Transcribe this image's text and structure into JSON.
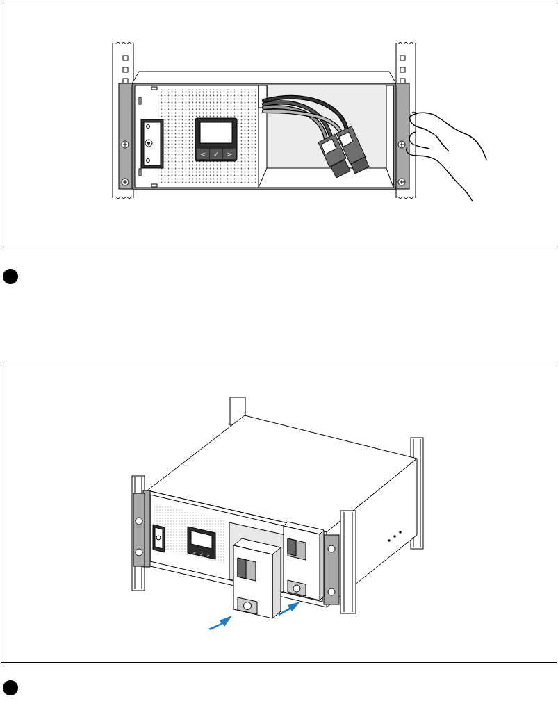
{
  "diagram": {
    "labels": [
      "<",
      "✓",
      ">",
      "<",
      "✓",
      ">"
    ]
  }
}
